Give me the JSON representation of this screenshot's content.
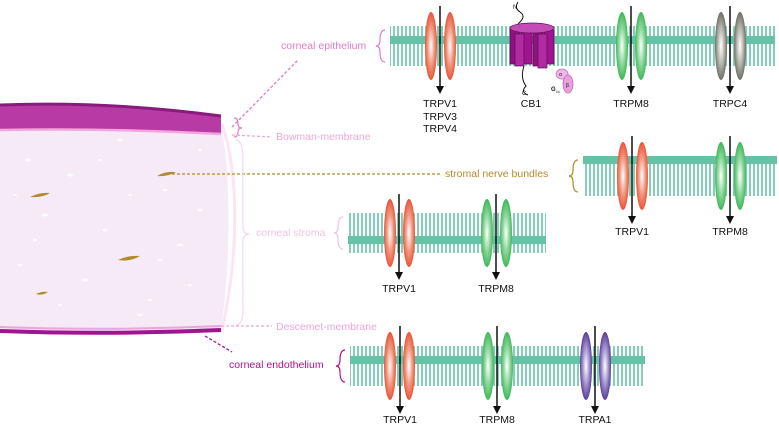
{
  "layers": {
    "epithelium": "corneal epithelium",
    "bowman": "Bowman-membrane",
    "nerves": "stromal nerve bundles",
    "stroma": "corneal stroma",
    "descemet": "Descemet-membrane",
    "endothelium": "corneal endothelium"
  },
  "channels": {
    "epi_trpv": [
      "TRPV1",
      "TRPV3",
      "TRPV4"
    ],
    "epi_cb1": "CB1",
    "epi_trpm8": "TRPM8",
    "epi_trpc4": "TRPC4",
    "nerve_trpv1": "TRPV1",
    "nerve_trpm8": "TRPM8",
    "stroma_trpv1": "TRPV1",
    "stroma_trpm8": "TRPM8",
    "endo_trpv1": "TRPV1",
    "endo_trpm8": "TRPM8",
    "endo_trpa1": "TRPA1"
  },
  "cb1_labels": {
    "n_terminal": "N",
    "c_terminal": "C",
    "g_protein": "G",
    "g_sub": "i/o",
    "alpha": "α",
    "beta": "β"
  },
  "colors": {
    "membrane": "#66c2a6",
    "trpv": "#e8553a",
    "trpm8": "#3fb85a",
    "trpc4": "#7d7d72",
    "trpa1": "#6a4fa3",
    "cb1": "#a0158f",
    "epithelium": "#b73aa5",
    "stroma": "#f6eaf6",
    "nerve": "#b08a2e",
    "descemet": "#e9a6dc",
    "label_pink": "#e07cc9",
    "stroma_label": "#f0c4e6",
    "endo_label": "#b0128f"
  }
}
